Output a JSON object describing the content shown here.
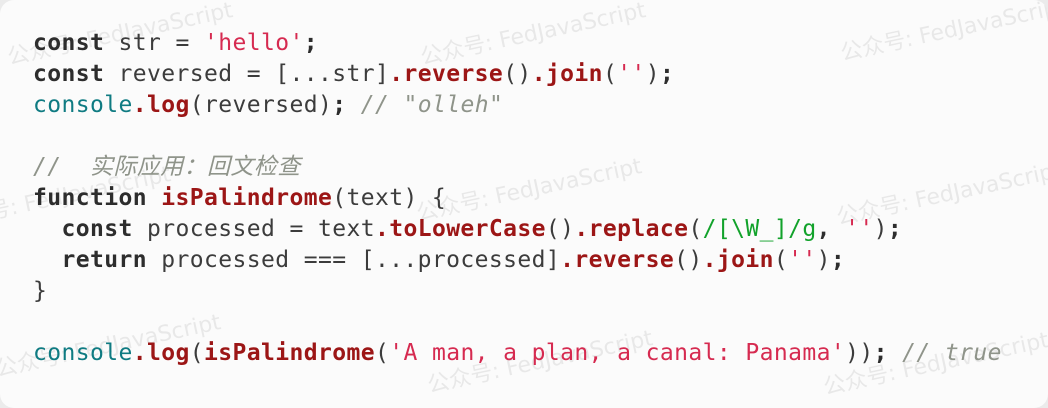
{
  "card": {
    "background": "#fbfbfb",
    "page_background": "#ebebeb"
  },
  "watermark": {
    "text": "公众号: FedJavaScript"
  },
  "colors": {
    "keyword": "#2d2d2d",
    "plain": "#3c3c3c",
    "method": "#9c1616",
    "object": "#0f7b82",
    "string": "#d62a50",
    "regex": "#12a22b",
    "comment": "#8f948a",
    "punct": "#2d2d2d"
  },
  "code": {
    "language": "javascript",
    "lines": [
      {
        "tokens": [
          {
            "t": "const",
            "c": "kw"
          },
          {
            "t": " str = ",
            "c": "pl"
          },
          {
            "t": "'hello'",
            "c": "str"
          },
          {
            "t": ";",
            "c": "pu"
          }
        ]
      },
      {
        "tokens": [
          {
            "t": "const",
            "c": "kw"
          },
          {
            "t": " reversed = [...str]",
            "c": "pl"
          },
          {
            "t": ".reverse",
            "c": "fn"
          },
          {
            "t": "()",
            "c": "pl"
          },
          {
            "t": ".join",
            "c": "fn"
          },
          {
            "t": "(",
            "c": "pl"
          },
          {
            "t": "''",
            "c": "str"
          },
          {
            "t": ")",
            "c": "pl"
          },
          {
            "t": ";",
            "c": "pu"
          }
        ]
      },
      {
        "tokens": [
          {
            "t": "console",
            "c": "obj"
          },
          {
            "t": ".log",
            "c": "fn"
          },
          {
            "t": "(reversed)",
            "c": "pl"
          },
          {
            "t": ";",
            "c": "pu"
          },
          {
            "t": " ",
            "c": "pl"
          },
          {
            "t": "// \"olleh\"",
            "c": "cm"
          }
        ]
      },
      {
        "tokens": []
      },
      {
        "tokens": [
          {
            "t": "//  实际应用：回文检查",
            "c": "cm"
          }
        ]
      },
      {
        "tokens": [
          {
            "t": "function",
            "c": "kw"
          },
          {
            "t": " ",
            "c": "pl"
          },
          {
            "t": "isPalindrome",
            "c": "fn"
          },
          {
            "t": "(text) {",
            "c": "pl"
          }
        ]
      },
      {
        "tokens": [
          {
            "t": "  ",
            "c": "pl"
          },
          {
            "t": "const",
            "c": "kw"
          },
          {
            "t": " processed = text",
            "c": "pl"
          },
          {
            "t": ".toLowerCase",
            "c": "fn"
          },
          {
            "t": "()",
            "c": "pl"
          },
          {
            "t": ".replace",
            "c": "fn"
          },
          {
            "t": "(",
            "c": "pl"
          },
          {
            "t": "/[\\W_]/g",
            "c": "re"
          },
          {
            "t": ",",
            "c": "pu"
          },
          {
            "t": " ",
            "c": "pl"
          },
          {
            "t": "''",
            "c": "str"
          },
          {
            "t": ")",
            "c": "pl"
          },
          {
            "t": ";",
            "c": "pu"
          }
        ]
      },
      {
        "tokens": [
          {
            "t": "  ",
            "c": "pl"
          },
          {
            "t": "return",
            "c": "kw"
          },
          {
            "t": " processed === [...processed]",
            "c": "pl"
          },
          {
            "t": ".reverse",
            "c": "fn"
          },
          {
            "t": "()",
            "c": "pl"
          },
          {
            "t": ".join",
            "c": "fn"
          },
          {
            "t": "(",
            "c": "pl"
          },
          {
            "t": "''",
            "c": "str"
          },
          {
            "t": ")",
            "c": "pl"
          },
          {
            "t": ";",
            "c": "pu"
          }
        ]
      },
      {
        "tokens": [
          {
            "t": "}",
            "c": "pl"
          }
        ]
      },
      {
        "tokens": []
      },
      {
        "tokens": [
          {
            "t": "console",
            "c": "obj"
          },
          {
            "t": ".log",
            "c": "fn"
          },
          {
            "t": "(",
            "c": "pl"
          },
          {
            "t": "isPalindrome",
            "c": "fn"
          },
          {
            "t": "(",
            "c": "pl"
          },
          {
            "t": "'A man, a plan, a canal: Panama'",
            "c": "str"
          },
          {
            "t": "))",
            "c": "pl"
          },
          {
            "t": ";",
            "c": "pu"
          },
          {
            "t": " ",
            "c": "pl"
          },
          {
            "t": "// true",
            "c": "cm"
          }
        ]
      }
    ]
  }
}
